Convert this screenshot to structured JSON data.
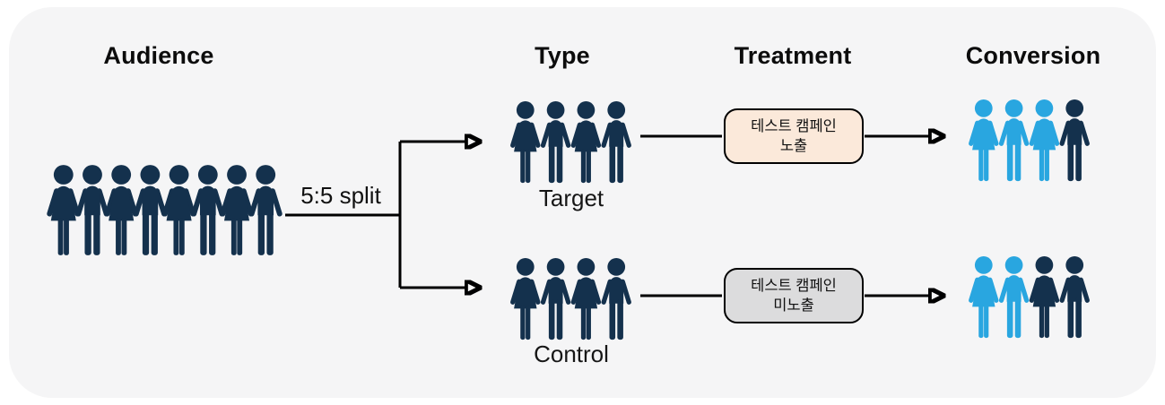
{
  "headers": {
    "audience": "Audience",
    "type": "Type",
    "treatment": "Treatment",
    "conversion": "Conversion"
  },
  "split": {
    "label": "5:5 split"
  },
  "groups": {
    "audience": {
      "members": [
        {
          "gender": "woman",
          "color": "navy"
        },
        {
          "gender": "man",
          "color": "navy"
        },
        {
          "gender": "woman",
          "color": "navy"
        },
        {
          "gender": "man",
          "color": "navy"
        },
        {
          "gender": "woman",
          "color": "navy"
        },
        {
          "gender": "man",
          "color": "navy"
        },
        {
          "gender": "woman",
          "color": "navy"
        },
        {
          "gender": "man",
          "color": "navy"
        }
      ]
    },
    "target": {
      "label": "Target",
      "members": [
        {
          "gender": "woman",
          "color": "navy"
        },
        {
          "gender": "man",
          "color": "navy"
        },
        {
          "gender": "woman",
          "color": "navy"
        },
        {
          "gender": "man",
          "color": "navy"
        }
      ]
    },
    "control": {
      "label": "Control",
      "members": [
        {
          "gender": "woman",
          "color": "navy"
        },
        {
          "gender": "man",
          "color": "navy"
        },
        {
          "gender": "woman",
          "color": "navy"
        },
        {
          "gender": "man",
          "color": "navy"
        }
      ]
    },
    "conversion_target": {
      "members": [
        {
          "gender": "woman",
          "color": "blue"
        },
        {
          "gender": "man",
          "color": "blue"
        },
        {
          "gender": "woman",
          "color": "blue"
        },
        {
          "gender": "man",
          "color": "navy"
        }
      ]
    },
    "conversion_control": {
      "members": [
        {
          "gender": "woman",
          "color": "blue"
        },
        {
          "gender": "man",
          "color": "blue"
        },
        {
          "gender": "woman",
          "color": "navy"
        },
        {
          "gender": "man",
          "color": "navy"
        }
      ]
    }
  },
  "treatment_boxes": {
    "exposed": {
      "text_line1": "테스트 캠페인",
      "text_line2": "노출",
      "fill": "#FBE9DA"
    },
    "unexposed": {
      "text_line1": "테스트 캠페인",
      "text_line2": "미노출",
      "fill": "#DCDCDD"
    }
  },
  "colors": {
    "person_navy": "#14314D",
    "person_blue": "#29A6E0",
    "card_background": "#F5F5F6",
    "connector": "#000000"
  }
}
